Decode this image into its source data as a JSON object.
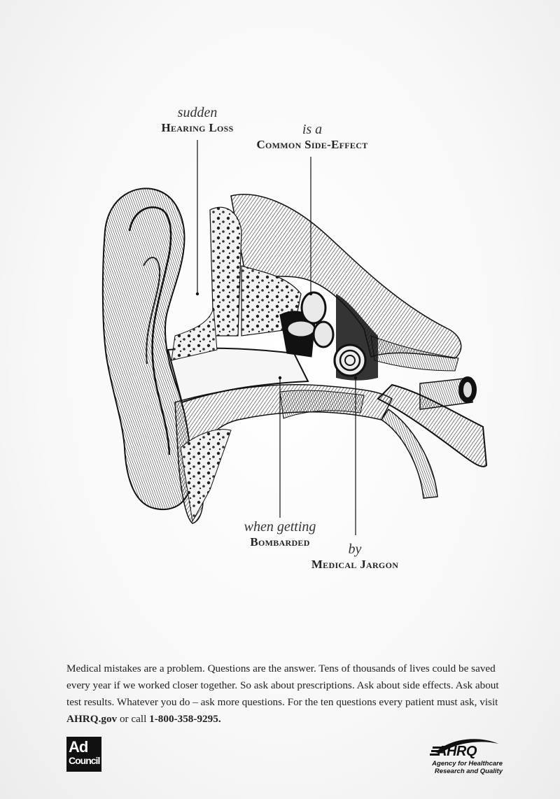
{
  "labels": {
    "sudden": "sudden",
    "hearing_loss": "Hearing Loss",
    "is_a": "is a",
    "common_side_effect": "Common Side-Effect",
    "when_getting": "when getting",
    "bombarded": "Bombarded",
    "by": "by",
    "medical_jargon": "Medical Jargon"
  },
  "body_copy": {
    "text": "Medical mistakes are a problem. Questions are the answer. Tens of thousands of lives could be saved every year if we worked closer together. So ask about prescriptions. Ask about side effects. Ask about test results. Whatever you do – ask more questions. For the ten questions every patient must ask, visit",
    "website": "AHRQ.gov",
    "connector": "or call",
    "phone": "1-800-358-9295."
  },
  "logos": {
    "ad_council_line1": "Ad",
    "ad_council_line2": "Council",
    "ahrq_wordmark": "AHRQ",
    "ahrq_line1": "Agency for Healthcare",
    "ahrq_line2": "Research and Quality"
  },
  "illustration": "ear-anatomy-engraving"
}
